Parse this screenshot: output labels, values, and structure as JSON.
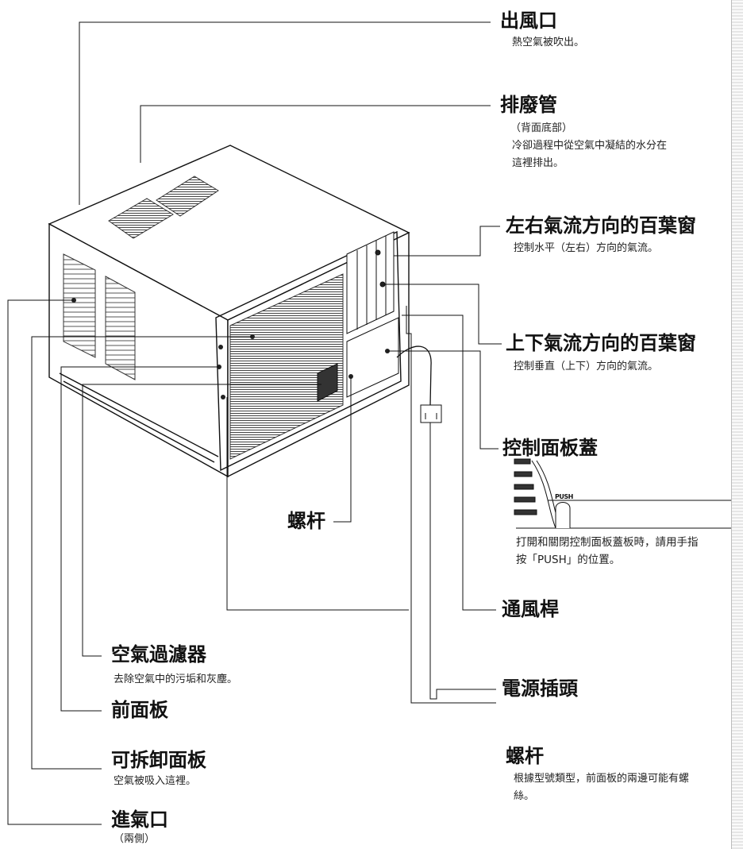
{
  "labels": {
    "air_outlet": {
      "title": "出風口",
      "desc": "熱空氣被吹出。"
    },
    "drain_pipe": {
      "title": "排廢管",
      "note": "（背面底部）",
      "desc1": "冷卻過程中從空氣中凝結的水分在",
      "desc2": "這裡排出。"
    },
    "horizontal_louver": {
      "title": "左右氣流方向的百葉窗",
      "desc": "控制水平（左右）方向的氣流。"
    },
    "vertical_louver": {
      "title": "上下氣流方向的百葉窗",
      "desc": "控制垂直（上下）方向的氣流。"
    },
    "control_panel_cover": {
      "title": "控制面板蓋",
      "push": "PUSH",
      "desc1": "打開和關閉控制面板蓋板時，請用手指",
      "desc2": "按「PUSH」的位置。"
    },
    "screw_middle": {
      "title": "螺杆"
    },
    "vent_rod": {
      "title": "通風桿"
    },
    "air_filter": {
      "title": "空氣過濾器",
      "desc": "去除空氣中的污垢和灰塵。"
    },
    "power_plug": {
      "title": "電源插頭"
    },
    "front_panel": {
      "title": "前面板"
    },
    "removable_panel": {
      "title": "可拆卸面板",
      "desc": "空氣被吸入這裡。"
    },
    "screw_bottom": {
      "title": "螺杆",
      "desc1": "根據型號類型，前面板的兩邊可能有螺",
      "desc2": "絲。"
    },
    "air_inlet": {
      "title": "進氣口",
      "note": "（兩側）"
    }
  },
  "colors": {
    "line": "#111111",
    "unit_fill": "#ffffff",
    "grille": "#444444"
  }
}
